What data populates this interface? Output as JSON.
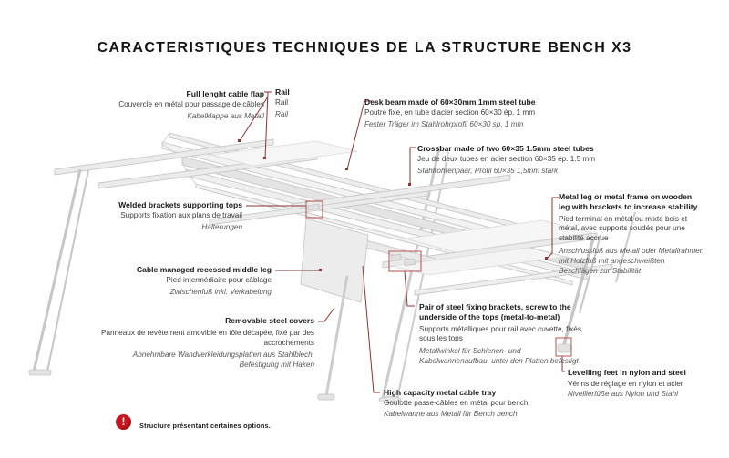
{
  "title": "CARACTERISTIQUES TECHNIQUES DE LA STRUCTURE BENCH X3",
  "colors": {
    "leader_line": "#8d3331",
    "highlight_box": "#b2554e",
    "note_red": "#c5161d",
    "structure_gray": "#c7c7c7"
  },
  "annotations": {
    "cable_flap": {
      "en": "Full lenght cable flap",
      "fr": "Couvercle en métal pour passage de câbles",
      "de": "Kabelklappe aus Metall"
    },
    "rail": {
      "en": "Rail",
      "fr": "Rail",
      "de": "Rail"
    },
    "desk_beam": {
      "en": "Desk beam made of 60×30mm 1mm steel tube",
      "fr": "Poutre fixe, en tube d'acier section 60×30 ép. 1 mm",
      "de": "Fester Träger im Stahlrohrprofil 60×30 sp. 1 mm"
    },
    "crossbar": {
      "en": "Crossbar made of two 60×35 1.5mm steel tubes",
      "fr": "Jeu de deux tubes en acier section 60×35 ép. 1.5 mm",
      "de": "Stahlrohrenpaar, Profil 60×35 1,5mm stark"
    },
    "welded_brackets": {
      "en": "Welded brackets supporting tops",
      "fr": "Supports fixation aux plans de travail",
      "de": "Halterungen"
    },
    "metal_leg": {
      "en": "Metal leg or metal frame on wooden leg with brackets to increase stability",
      "fr": "Pied terminal en métal ou mixte bois et métal, avec supports soudés pour une stabilité accrue",
      "de": "Anschlussfuß aus Metall oder Metallrahmen mit Holzfuß mit angeschweißten Beschlägen zur Stabilität"
    },
    "middle_leg": {
      "en": "Cable managed recessed middle leg",
      "fr": "Pied intermédiaire pour câblage",
      "de": "Zwischenfuß inkl. Verkabelung"
    },
    "removable_covers": {
      "en": "Removable steel covers",
      "fr": "Panneaux de revêtement amovible en tôle décapée, fixé par des accrochements",
      "de": "Abnehmbare Wandverkleidungsplatten aus Stahlblech, Befestigung mit Haken"
    },
    "fixing_brackets": {
      "en": "Pair of steel fixing brackets, screw to the underside of the tops (metal-to-metal)",
      "fr": "Supports métalliques pour rail avec cuvette, fixés sous les tops",
      "de": "Metallwinkel für Schienen- und Kabelwannenaufbau, unter den Platten befestigt"
    },
    "cable_tray": {
      "en": "High capacity metal cable tray",
      "fr": "Goulotte passe-câbles en métal pour bench",
      "de": "Kabelwanne aus Metall für Bench bench"
    },
    "levelling_feet": {
      "en": "Levelling feet in nylon and steel",
      "fr": "Vérins de réglage en nylon et acier",
      "de": "Nivellierfüße aus Nylon und Stahl"
    }
  },
  "note": {
    "icon_glyph": "!",
    "text": "Structure présentant certaines options."
  }
}
